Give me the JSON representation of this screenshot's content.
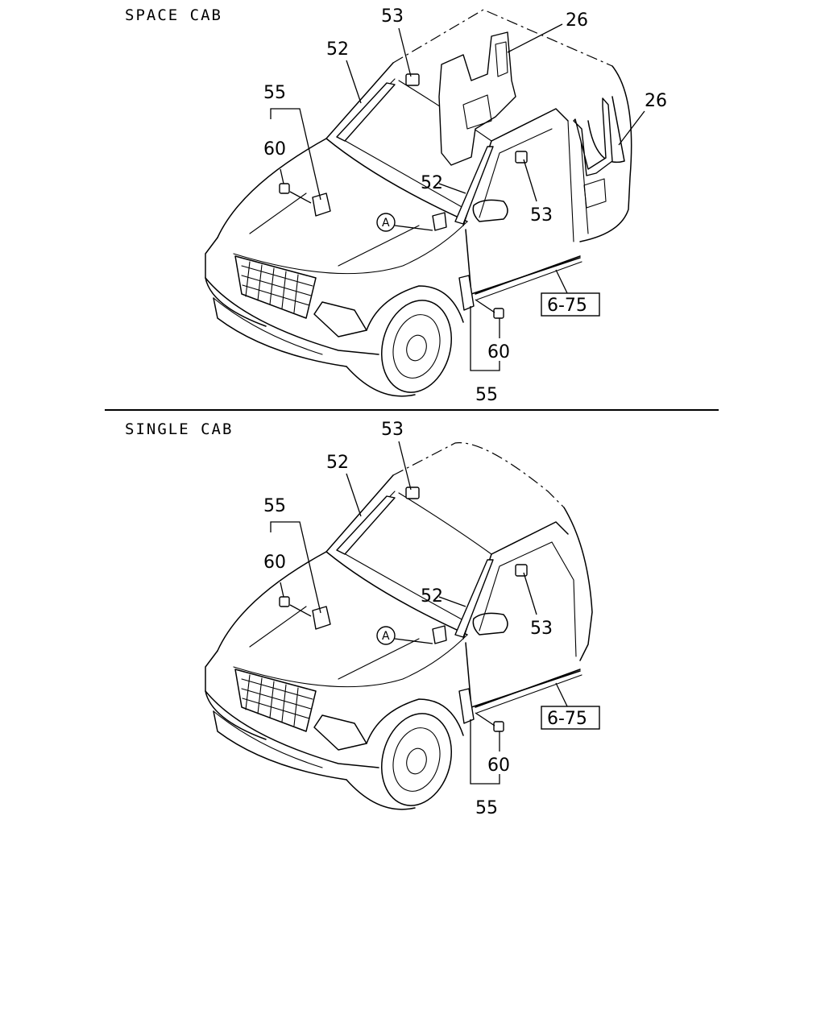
{
  "sections": [
    {
      "title": "SPACE CAB",
      "labels": {
        "l26a": "26",
        "l26b": "26",
        "l53a": "53",
        "l53b": "53",
        "l52a": "52",
        "l52b": "52",
        "l55a": "55",
        "l55b": "55",
        "l60a": "60",
        "l60b": "60",
        "ref": "6-75",
        "circle": "A"
      }
    },
    {
      "title": "SINGLE CAB",
      "labels": {
        "l53a": "53",
        "l53b": "53",
        "l52a": "52",
        "l52b": "52",
        "l55a": "55",
        "l55b": "55",
        "l60a": "60",
        "l60b": "60",
        "ref": "6-75",
        "circle": "A"
      }
    }
  ]
}
